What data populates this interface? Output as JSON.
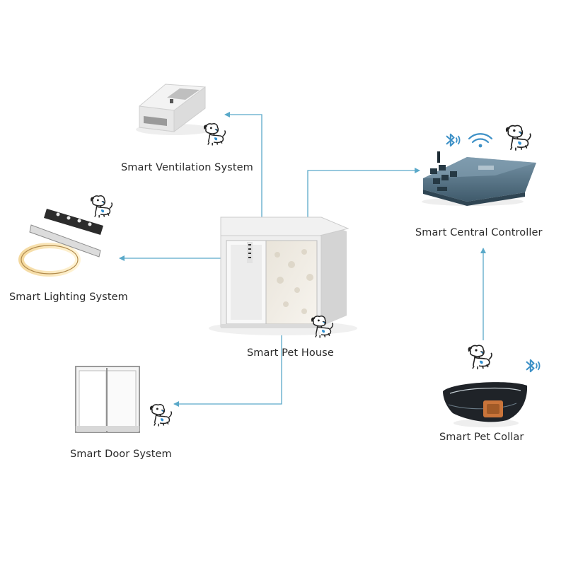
{
  "diagram": {
    "nodes": {
      "ventilation": {
        "label": "Smart Ventilation System",
        "icon": "ventilation-unit-icon"
      },
      "lighting": {
        "label": "Smart Lighting System",
        "icon": "led-light-bar-icon"
      },
      "pet_house": {
        "label": "Smart Pet House",
        "icon": "pet-house-icon"
      },
      "door": {
        "label": "Smart Door System",
        "icon": "sliding-door-icon"
      },
      "controller": {
        "label": "Smart Central Controller",
        "icon": "controller-board-icon"
      },
      "collar": {
        "label": "Smart Pet Collar",
        "icon": "pet-collar-icon"
      }
    },
    "edges": [
      {
        "from": "pet_house",
        "to": "ventilation"
      },
      {
        "from": "pet_house",
        "to": "lighting"
      },
      {
        "from": "pet_house",
        "to": "door"
      },
      {
        "from": "pet_house",
        "to": "controller"
      },
      {
        "from": "collar",
        "to": "controller"
      }
    ],
    "badges": [
      "dog-mascot-icon",
      "bluetooth-icon",
      "wifi-icon"
    ],
    "colors": {
      "arrow": "#5aa9c9",
      "label": "#2b2b2b",
      "mascot_accent": "#2f8fd0",
      "controller_body": "#5e7f95"
    }
  }
}
